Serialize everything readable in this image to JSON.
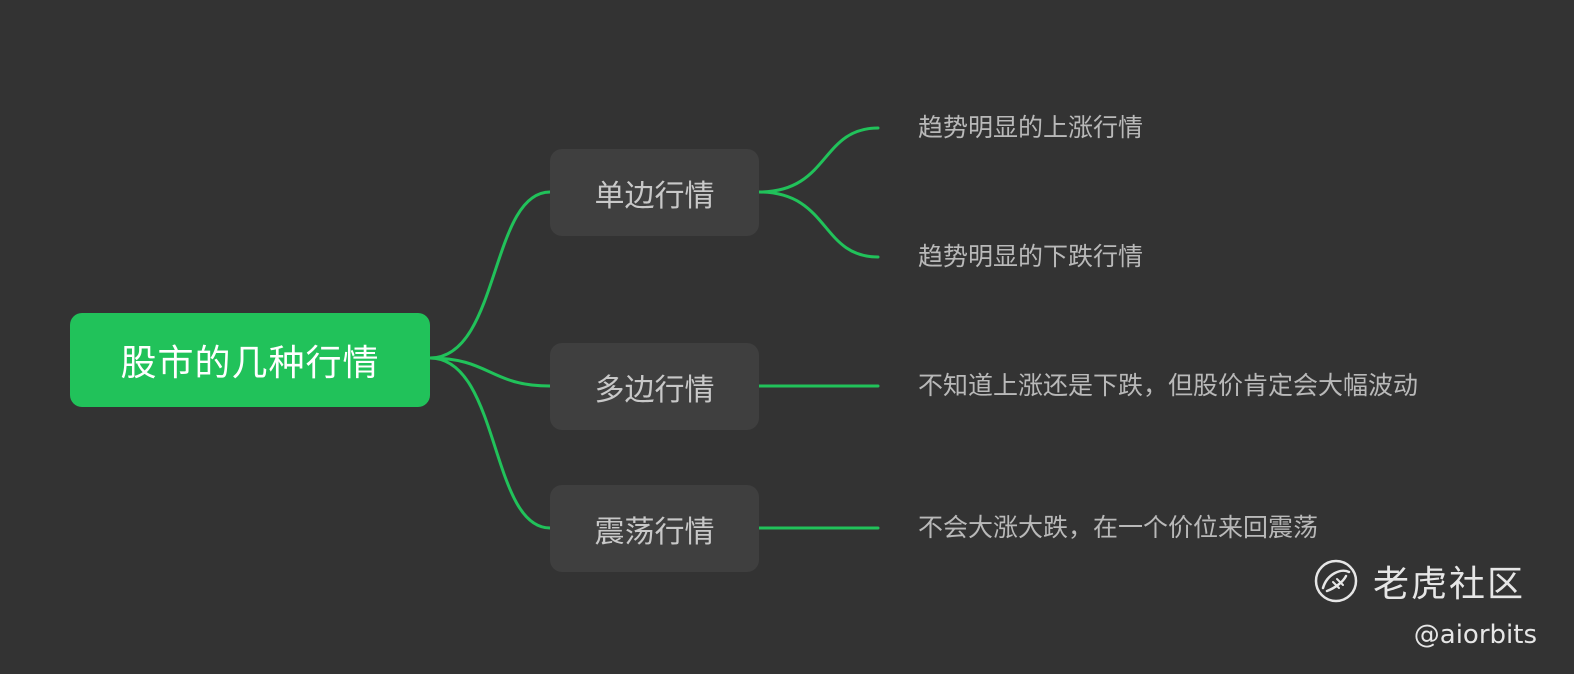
{
  "root": {
    "label": "股市的几种行情"
  },
  "branches": [
    {
      "label": "单边行情",
      "leaves": [
        "趋势明显的上涨行情",
        "趋势明显的下跌行情"
      ]
    },
    {
      "label": "多边行情",
      "leaves": [
        "不知道上涨还是下跌，但股价肯定会大幅波动"
      ]
    },
    {
      "label": "震荡行情",
      "leaves": [
        "不会大涨大跌，在一个价位来回震荡"
      ]
    }
  ],
  "watermark": {
    "brand": "老虎社区",
    "handle": "@aiorbits",
    "icon": "tiger-logo-icon"
  },
  "colors": {
    "background": "#333333",
    "accent": "#21c25a",
    "node": "#3f3f3f",
    "text": "#b9b9b9"
  }
}
